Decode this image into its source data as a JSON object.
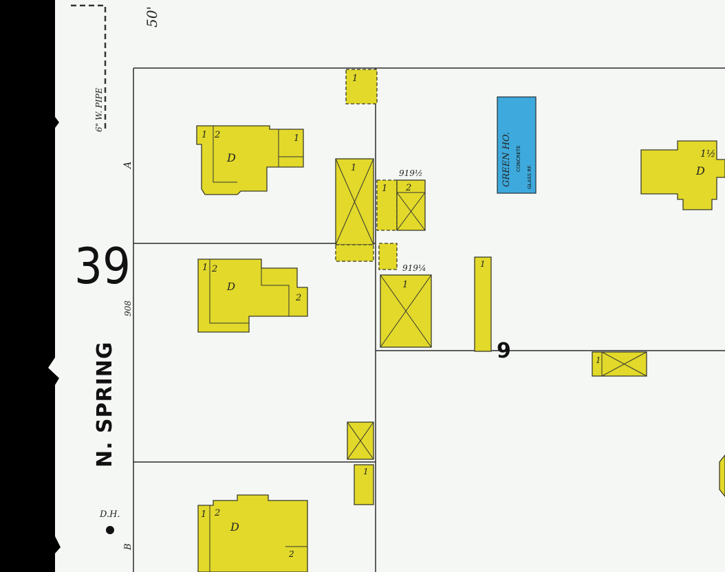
{
  "map": {
    "block_number": "39",
    "street_name": "N. SPRING",
    "pipe_label": "6\" W. PIPE",
    "width_label": "50'",
    "house_number_908": "908",
    "address_919a": "919½",
    "address_919b": "919¼",
    "lot_label_a": "A",
    "lot_label_b": "B",
    "hydrant_label": "D.H.",
    "section_number": "9",
    "greenhouse": {
      "name": "GREEN HO.",
      "material": "CONCRETE",
      "roof": "GLASS RF."
    },
    "dwelling_label": "D",
    "stories_1": "1",
    "stories_2": "2",
    "stories_1_5": "1½",
    "colors": {
      "frame": "#e2d92a",
      "concrete": "#3ea9dc",
      "edge": "#000000"
    }
  }
}
